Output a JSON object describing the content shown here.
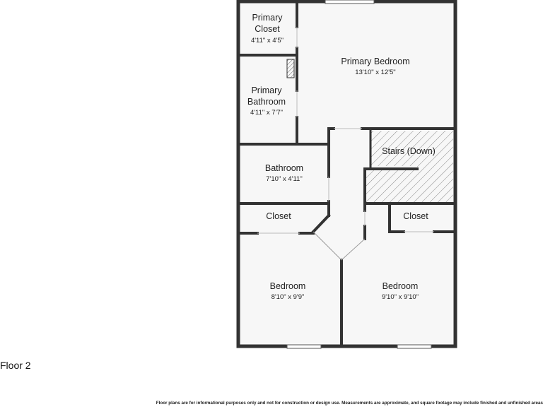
{
  "floor_label": "Floor 2",
  "disclaimer": "Floor plans are for informational purposes only and not for construction or design use. Measurements are approximate, and square footage may include finished and unfinished areas",
  "rooms": {
    "primary_closet": {
      "name_line1": "Primary",
      "name_line2": "Closet",
      "dims": "4'11\" x 4'5\""
    },
    "primary_bedroom": {
      "name": "Primary Bedroom",
      "dims": "13'10\" x 12'5\""
    },
    "primary_bathroom": {
      "name_line1": "Primary",
      "name_line2": "Bathroom",
      "dims": "4'11\" x 7'7\""
    },
    "stairs": {
      "name": "Stairs (Down)"
    },
    "bathroom": {
      "name": "Bathroom",
      "dims": "7'10\" x 4'11\""
    },
    "closet_left": {
      "name": "Closet"
    },
    "closet_right": {
      "name": "Closet"
    },
    "bedroom_left": {
      "name": "Bedroom",
      "dims": "8'10\" x 9'9\""
    },
    "bedroom_right": {
      "name": "Bedroom",
      "dims": "9'10\" x 9'10\""
    }
  },
  "colors": {
    "wall": "#333333",
    "floor": "#f7f7f7",
    "hatch": "#888888",
    "opening": "#e9e9e9"
  }
}
